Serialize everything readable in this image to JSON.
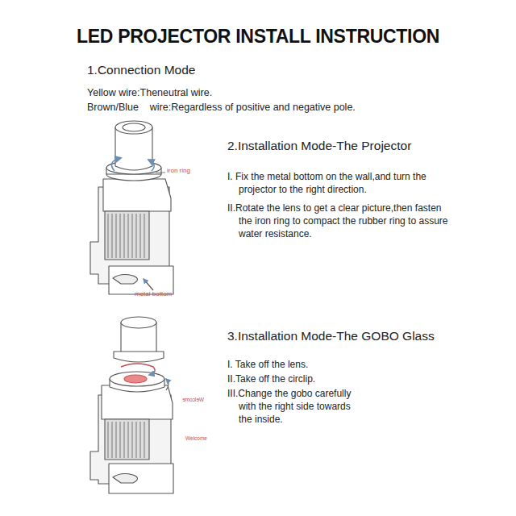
{
  "diagram": {
    "title": "LED PROJECTOR INSTALL INSTRUCTION",
    "labels": [
      "1.Connection Mode",
      "Yellow wire:Theneutral wire.",
      "Brown/Blue    wire:Regardless of positive and negative pole.",
      "2.Installation Mode-The Projector",
      "I.  Fix the metal bottom on the wall,and turn the projector to the right direction.",
      "II.Rotate the lens to get a clear picture,then fasten the iron ring to compact the rubber ring to assure water resistance.",
      "iron ring",
      "metal bottom",
      "3.Installation Mode-The GOBO Glass",
      "I. Take off the lens.",
      "II.Take off the circlip.",
      "III.Change the gobo carefully with the right side towards the inside.",
      "Welcome",
      "Welcome"
    ]
  }
}
